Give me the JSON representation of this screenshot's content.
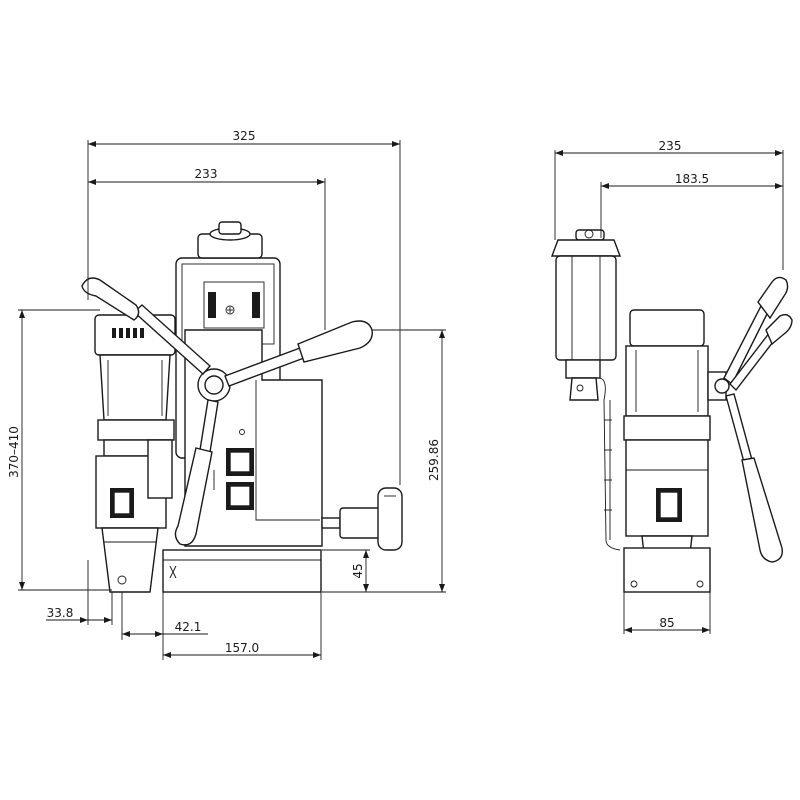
{
  "front_view": {
    "dimensions": {
      "overall_width": "325",
      "width_to_handle": "233",
      "height_range": "370–410",
      "stroke_height": "259.86",
      "base_height": "45",
      "spindle_offset": "33.8",
      "base_offset": "42.1",
      "base_length": "157.0"
    }
  },
  "side_view": {
    "dimensions": {
      "overall_depth": "235",
      "depth_to_motor": "183.5",
      "base_width": "85"
    }
  }
}
